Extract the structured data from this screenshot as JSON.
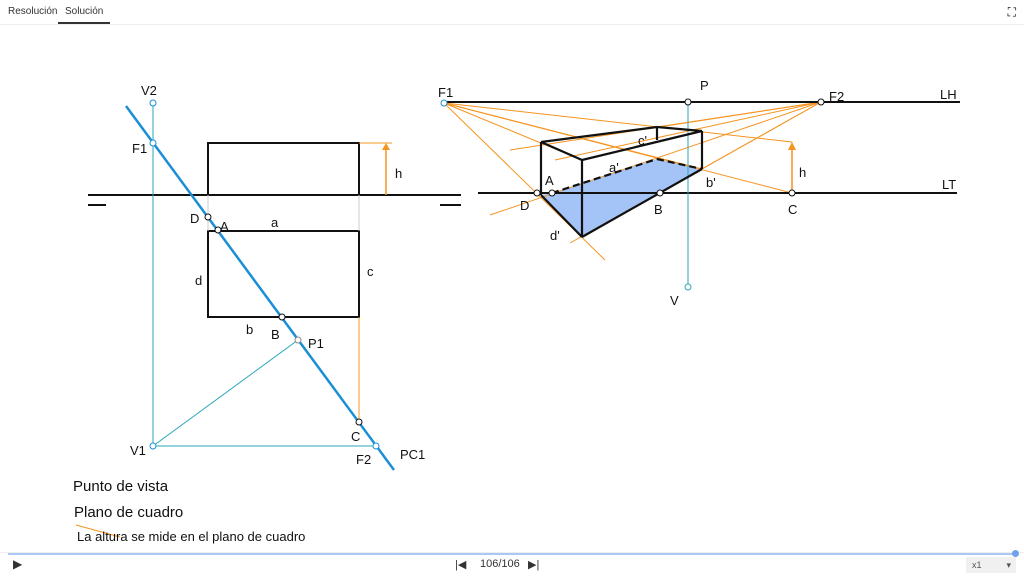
{
  "tabs": [
    {
      "label": "Resolución"
    },
    {
      "label": "Solución"
    }
  ],
  "left_labels": {
    "V2": "V2",
    "F1": "F1",
    "D": "D",
    "A": "A",
    "a": "a",
    "d": "d",
    "c": "c",
    "b": "b",
    "B": "B",
    "P1": "P1",
    "C": "C",
    "F2": "F2",
    "V1": "V1",
    "PC1": "PC1",
    "h": "h"
  },
  "right_labels": {
    "F1": "F1",
    "P": "P",
    "F2": "F2",
    "LH": "LH",
    "LT": "LT",
    "A": "A",
    "D": "D",
    "B": "B",
    "C": "C",
    "a": "a'",
    "c": "c'",
    "b": "b'",
    "d": "d'",
    "h": "h",
    "V": "V"
  },
  "legend": {
    "viewpoint": "Punto de vista",
    "picture_plane": "Plano de cuadro",
    "height_note": "La altura se mide en el plano de cuadro"
  },
  "player": {
    "step": "106/106",
    "speed": "x1",
    "progress": 1.0
  },
  "colors": {
    "blue": "#1a8fd6",
    "orange": "#f5941f",
    "fill": "#a4c3f7"
  }
}
